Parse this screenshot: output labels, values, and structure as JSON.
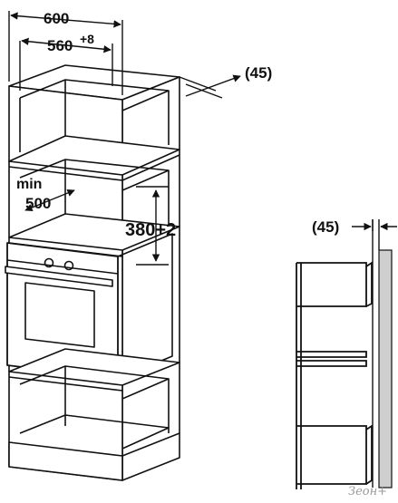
{
  "dimensions": {
    "overall_width": "600",
    "niche_width": "560",
    "niche_width_tolerance": "+8",
    "rear_gap": "(45)",
    "min_depth_label": "min",
    "min_depth_value": "500",
    "niche_height": "380+2"
  },
  "side_view": {
    "rear_gap": "(45)"
  },
  "watermark": "Зеон+",
  "colors": {
    "line": "#111111",
    "wall_fill": "#cfcfcf",
    "shade": "#9a9a9a"
  }
}
